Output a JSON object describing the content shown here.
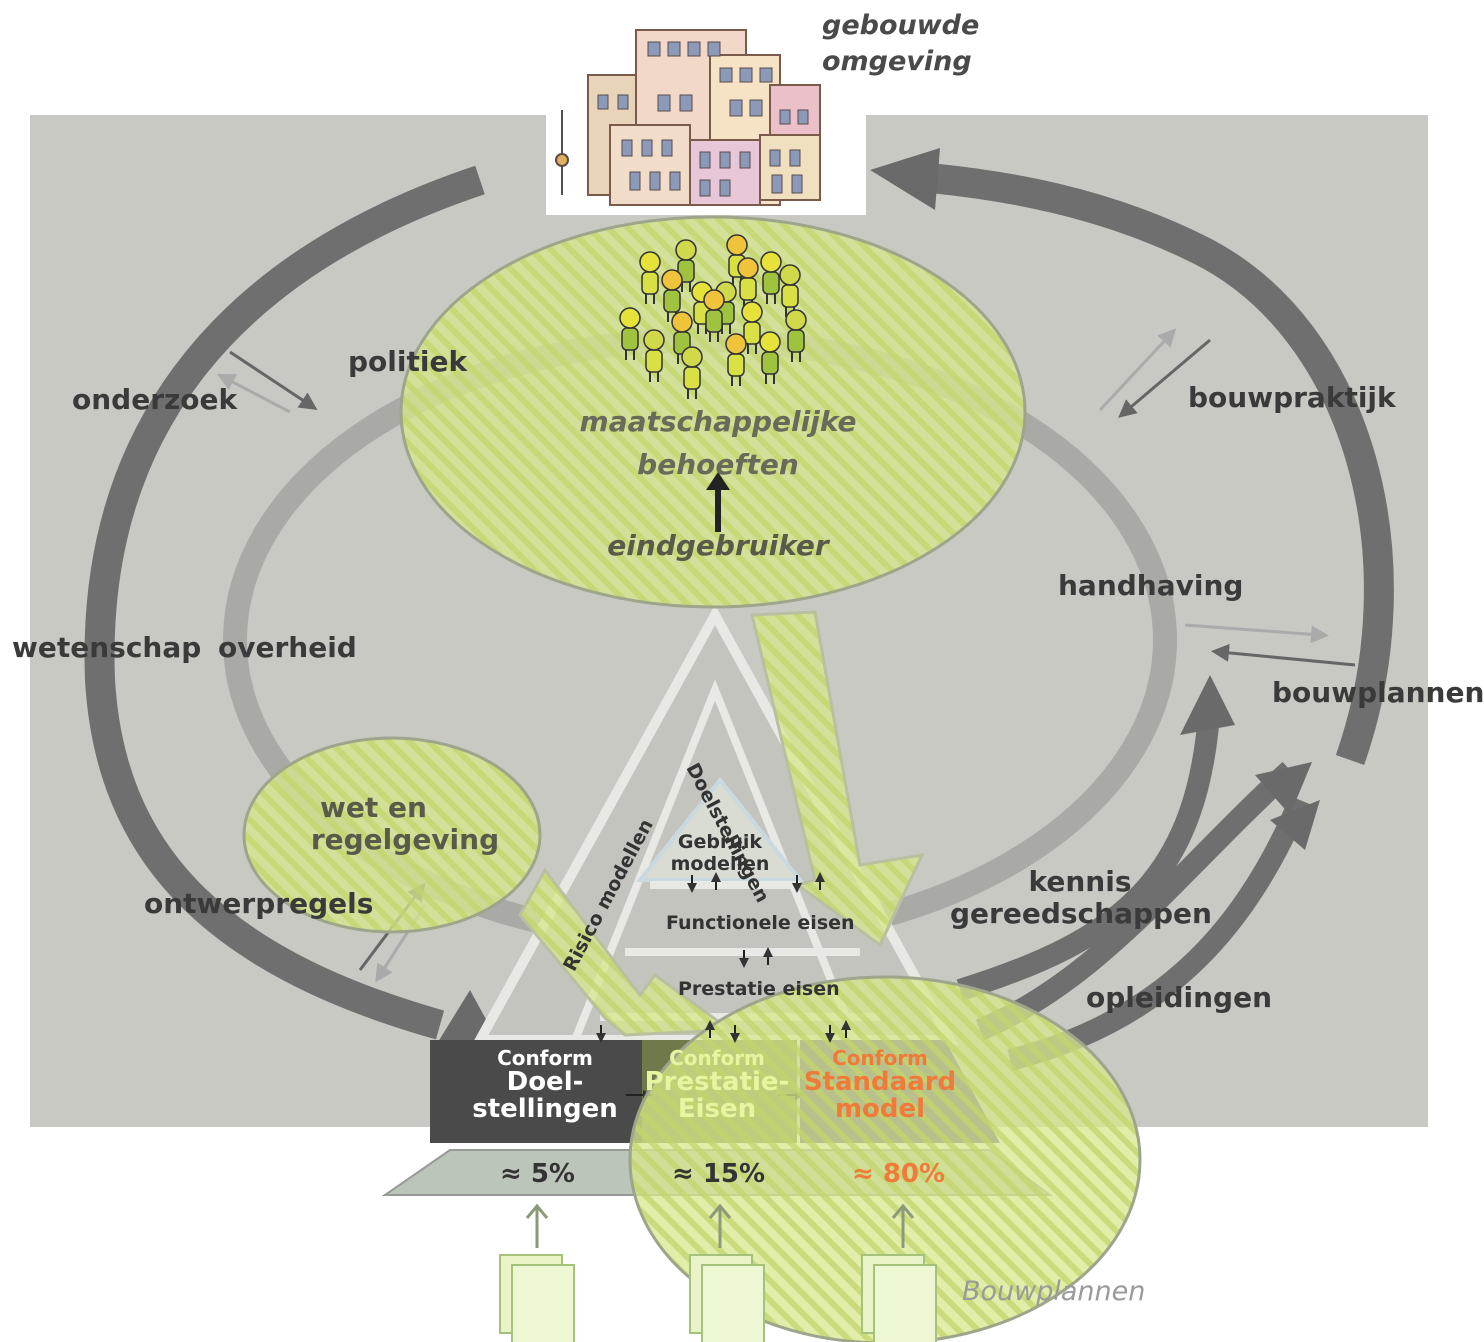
{
  "top": {
    "label": "gebouwde omgeving",
    "line1": "gebouwde",
    "line2": "omgeving"
  },
  "ellipse_main": {
    "line1": "maatschappelijke",
    "line2": "behoeften",
    "sub": "eindgebruiker"
  },
  "labels": {
    "politiek": "politiek",
    "onderzoek": "onderzoek",
    "wetenschap": "wetenschap",
    "overheid": "overheid",
    "ontwerpregels": "ontwerpregels",
    "bouwpraktijk": "bouwpraktijk",
    "handhaving": "handhaving",
    "bouwplannen": "bouwplannen",
    "kennis": "kennis",
    "gereedschappen": "gereedschappen",
    "opleidingen": "opleidingen"
  },
  "wet": {
    "line1": "wet en",
    "line2": "regelgeving"
  },
  "pyramid": {
    "doelstellingen": "Doelstellingen",
    "risico": "Risico modellen",
    "gebruik1": "Gebruik",
    "gebruik2": "modellen",
    "functionele": "Functionele eisen",
    "prestatie": "Prestatie eisen"
  },
  "boxes": [
    {
      "top": "Conform",
      "line1": "Doel-",
      "line2": "stellingen",
      "percent": "≈ 5%",
      "color": "#4a4a4a",
      "text_color": "#ffffff"
    },
    {
      "top": "Conform",
      "line1": "Prestatie-",
      "line2": "Eisen",
      "percent": "≈ 15%",
      "color": "#6f7a4a",
      "text_color": "#e8f5a0"
    },
    {
      "top": "Conform",
      "line1": "Standaard",
      "line2": "model",
      "percent": "≈ 80%",
      "color": "#5b4a87",
      "text_color": "#f07a3a"
    }
  ],
  "footer": "Bouwplannen",
  "colors": {
    "bg_panel": "#c9c9c3",
    "green_fill": "#d8e98a",
    "arrow_dark": "#707070",
    "arrow_light": "#a9aaa6"
  }
}
